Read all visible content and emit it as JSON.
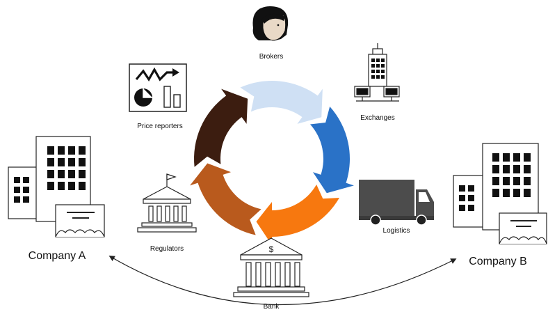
{
  "actors": {
    "brokers": {
      "label": "Brokers",
      "icon": "person-icon"
    },
    "exchanges": {
      "label": "Exchanges",
      "icon": "office-tower-computers-icon"
    },
    "logistics": {
      "label": "Logistics",
      "icon": "truck-icon"
    },
    "bank": {
      "label": "Bank",
      "icon": "bank-icon",
      "symbol": "$"
    },
    "regulators": {
      "label": "Regulators",
      "icon": "government-building-icon"
    },
    "price_reporters": {
      "label": "Price reporters",
      "icon": "chart-board-icon"
    },
    "company_a": {
      "label": "Company A",
      "icon": "office-building-icon"
    },
    "company_b": {
      "label": "Company B",
      "icon": "office-building-icon"
    }
  },
  "cycle": {
    "segment_colors": [
      "#cfe0f4",
      "#2a72c7",
      "#f7780f",
      "#b95a1d",
      "#3c1d10"
    ]
  },
  "colors": {
    "line": "#222222",
    "icon_fill": "#1e1e1e"
  }
}
